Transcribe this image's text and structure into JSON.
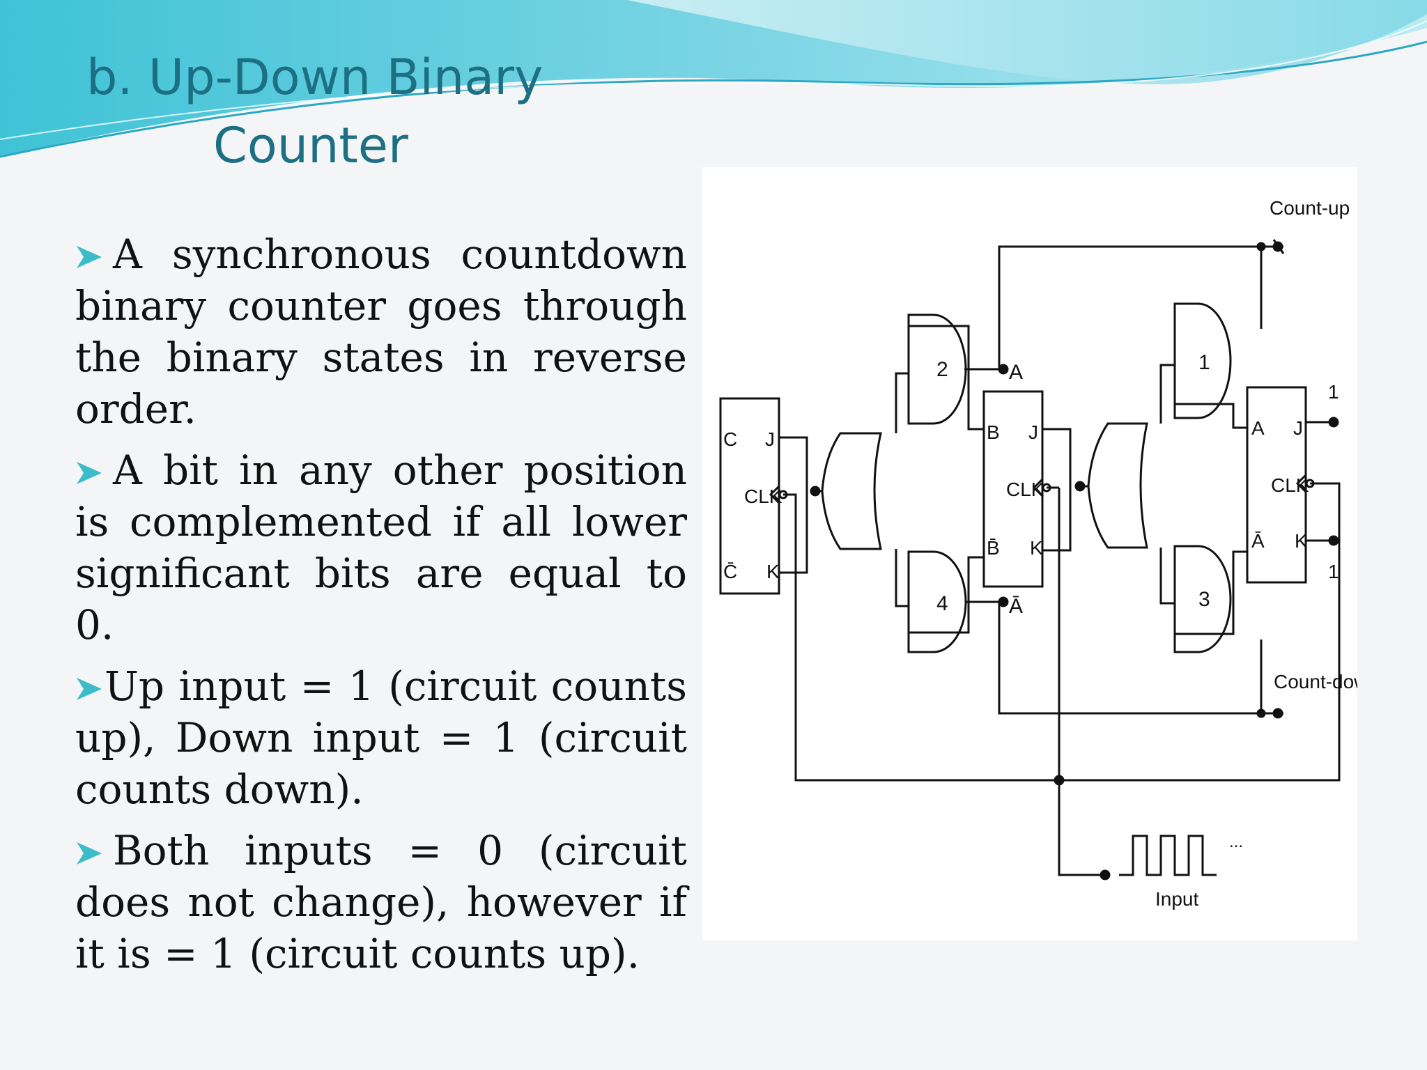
{
  "slide": {
    "title_line1": "b. Up-Down Binary",
    "title_line2": "Counter"
  },
  "bullets": [
    {
      "text": "A synchronous countdown binary counter goes through the binary states in reverse order."
    },
    {
      "text": "A bit in any other position is complemented if all lower significant bits are equal to 0."
    },
    {
      "text": "Up input  = 1 (circuit counts up), Down input = 1 (circuit counts down)."
    },
    {
      "text": "Both inputs = 0 (circuit does not change), however if it is = 1 (circuit counts up)."
    }
  ],
  "diagram": {
    "count_up_label": "Count-up",
    "count_down_label": "Count-down",
    "input_label": "Input",
    "ellipsis": "...",
    "ff_left": {
      "top_left": "C",
      "top_right": "J",
      "clk": "CLK",
      "bottom_left": "C̄",
      "bottom_right": "K"
    },
    "ff_mid": {
      "top_left": "B",
      "top_right": "J",
      "clk": "CLK",
      "bottom_left": "B̄",
      "bottom_right": "K"
    },
    "ff_right": {
      "top_left": "A",
      "top_right": "J",
      "clk": "CLK",
      "bottom_left": "Ā",
      "bottom_right": "K"
    },
    "gates": {
      "g1": "1",
      "g2": "2",
      "g3": "3",
      "g4": "4"
    },
    "out_a": "A",
    "out_abar": "Ā",
    "j_high": "1",
    "k_high": "1"
  },
  "colors": {
    "title": "#1d6f83",
    "bullet_arrow": "#3cbcc8",
    "wave_dark": "#2aa8c4",
    "wave_light": "#a7e5ef"
  }
}
